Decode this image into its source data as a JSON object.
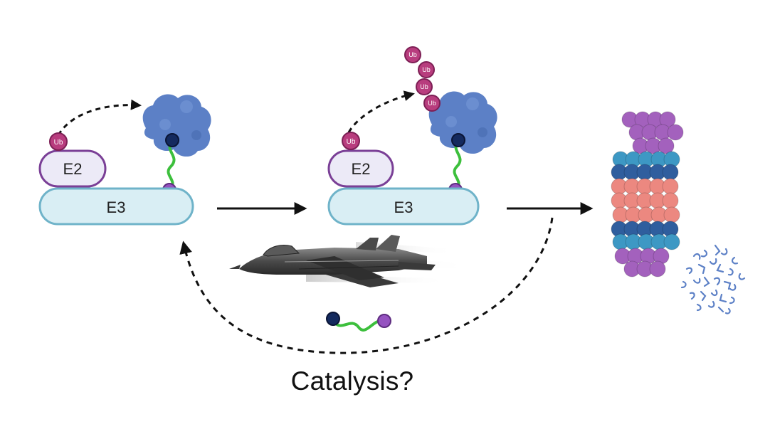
{
  "labels": {
    "e2": "E2",
    "e3": "E3",
    "ub": "Ub",
    "caption": "Catalysis?"
  },
  "colors": {
    "e3_fill": "#d9eef4",
    "e3_stroke": "#6fb3c9",
    "e2_fill": "#eceaf7",
    "e2_stroke": "#7a3f96",
    "ub_fill": "#b83d7e",
    "ub_stroke": "#7d1f55",
    "target_protein": "#5c80c6",
    "linker": "#3cbf3c",
    "ligand_dark": "#142a5e",
    "ligand_purple": "#9553c0",
    "proteasome_cap": "#a361bd",
    "proteasome_teal": "#3d98c4",
    "proteasome_navy": "#2f5e9e",
    "proteasome_salmon": "#ec8880",
    "peptide_fragments": "#5c80c6",
    "arrow": "#111111"
  },
  "icons": [
    "ubiquitin-tag",
    "target-protein",
    "degrader-molecule",
    "proteasome",
    "peptide-fragments",
    "fighter-jet"
  ]
}
